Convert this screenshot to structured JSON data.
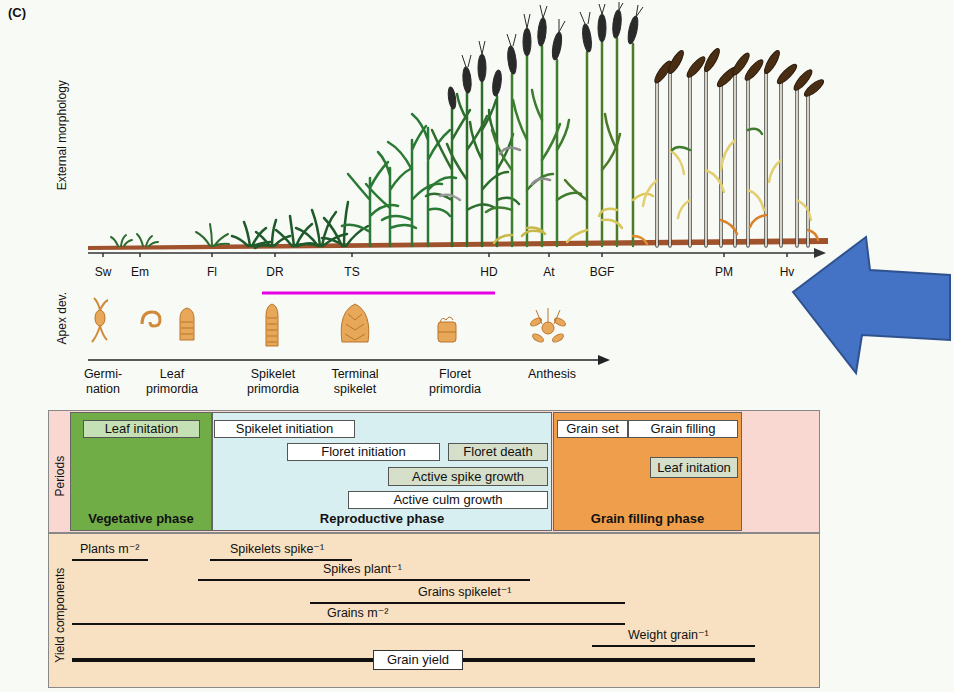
{
  "diagram": {
    "nodes": [
      {
        "text": [
          "Periods"
        ]
      },
      {
        "text": [
          "Vegetative phase"
        ],
        "in": 0
      },
      {
        "text": [
          "Leaf initation"
        ],
        "in": 1
      },
      {
        "text": [
          "Reproductive phase"
        ],
        "in": 0
      },
      {
        "text": [
          "Spikelet initiation"
        ],
        "in": 3
      },
      {
        "text": [
          "Floret initiation"
        ],
        "in": 3
      },
      {
        "text": [
          "Floret death"
        ],
        "in": 3
      },
      {
        "text": [
          "Active spike growth"
        ],
        "in": 3
      },
      {
        "text": [
          "Active culm growth"
        ],
        "in": 3
      },
      {
        "text": [
          "Grain filling phase"
        ],
        "in": 0
      },
      {
        "text": [
          "Grain set"
        ],
        "in": 9
      },
      {
        "text": [
          "Grain filling"
        ],
        "in": 9
      },
      {
        "text": [
          "Leaf initation"
        ],
        "in": 9
      },
      {
        "text": [
          "Yield components"
        ]
      },
      {
        "text": [
          "Grain yield"
        ],
        "in": 13
      }
    ],
    "labels": [
      "(C)",
      "External morphology",
      "Sw",
      "Em",
      "Fl",
      "DR",
      "TS",
      "HD",
      "At",
      "BGF",
      "PM",
      "Hv",
      "Apex dev.",
      "Germi- nation",
      "Leaf primordia",
      "Spikelet primordia",
      "Terminal spikelet",
      "Floret primordia",
      "Anthesis",
      "Plants m⁻²",
      "Spikelets spike⁻¹",
      "Spikes plant⁻¹",
      "Grains spikelet⁻¹",
      "Grains m⁻²",
      "Weight grain⁻¹"
    ]
  }
}
